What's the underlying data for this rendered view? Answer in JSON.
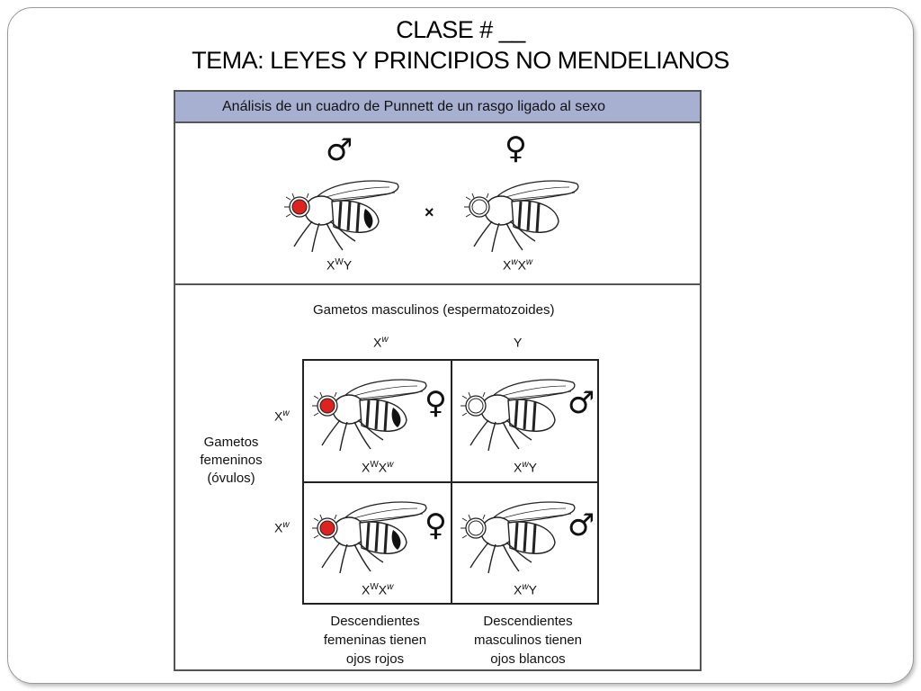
{
  "slide": {
    "title_line1": "CLASE # __",
    "title_line2": "TEMA: LEYES Y PRINCIPIOS NO MENDELIANOS"
  },
  "diagram": {
    "header": "Análisis de un cuadro de Punnett de un rasgo ligado al sexo",
    "parents": {
      "male_symbol": "♂",
      "female_symbol": "♀",
      "cross_symbol": "×",
      "male_genotype": {
        "base": "X",
        "sup": "W",
        "tail": "Y"
      },
      "female_genotype": {
        "base1": "X",
        "sup1": "w",
        "base2": "X",
        "sup2": "w"
      }
    },
    "male_gametes_label": "Gametos masculinos (espermatozoides)",
    "male_gamete_cols": [
      {
        "base": "X",
        "sup": "w"
      },
      {
        "base": "Y",
        "sup": ""
      }
    ],
    "female_gametes_label": [
      "Gametos",
      "femeninos",
      "(óvulos)"
    ],
    "female_gamete_rows": [
      {
        "base": "X",
        "sup": "w"
      },
      {
        "base": "X",
        "sup": "w"
      }
    ],
    "cells": [
      {
        "symbol": "♀",
        "eye": "red",
        "g1": "X",
        "s1": "W",
        "g2": "X",
        "s2": "w"
      },
      {
        "symbol": "♂",
        "eye": "white",
        "g1": "X",
        "s1": "w",
        "g2": "Y",
        "s2": ""
      },
      {
        "symbol": "♀",
        "eye": "red",
        "g1": "X",
        "s1": "W",
        "g2": "X",
        "s2": "w"
      },
      {
        "symbol": "♂",
        "eye": "white",
        "g1": "X",
        "s1": "w",
        "g2": "Y",
        "s2": ""
      }
    ],
    "caption_female": [
      "Descendientes",
      "femeninas tienen",
      "ojos rojos"
    ],
    "caption_male": [
      "Descendientes",
      "masculinos tienen",
      "ojos blancos"
    ]
  },
  "colors": {
    "header_bg": "#a8b0d2",
    "red_eye": "#e0221f",
    "white_eye": "#ffffff"
  }
}
